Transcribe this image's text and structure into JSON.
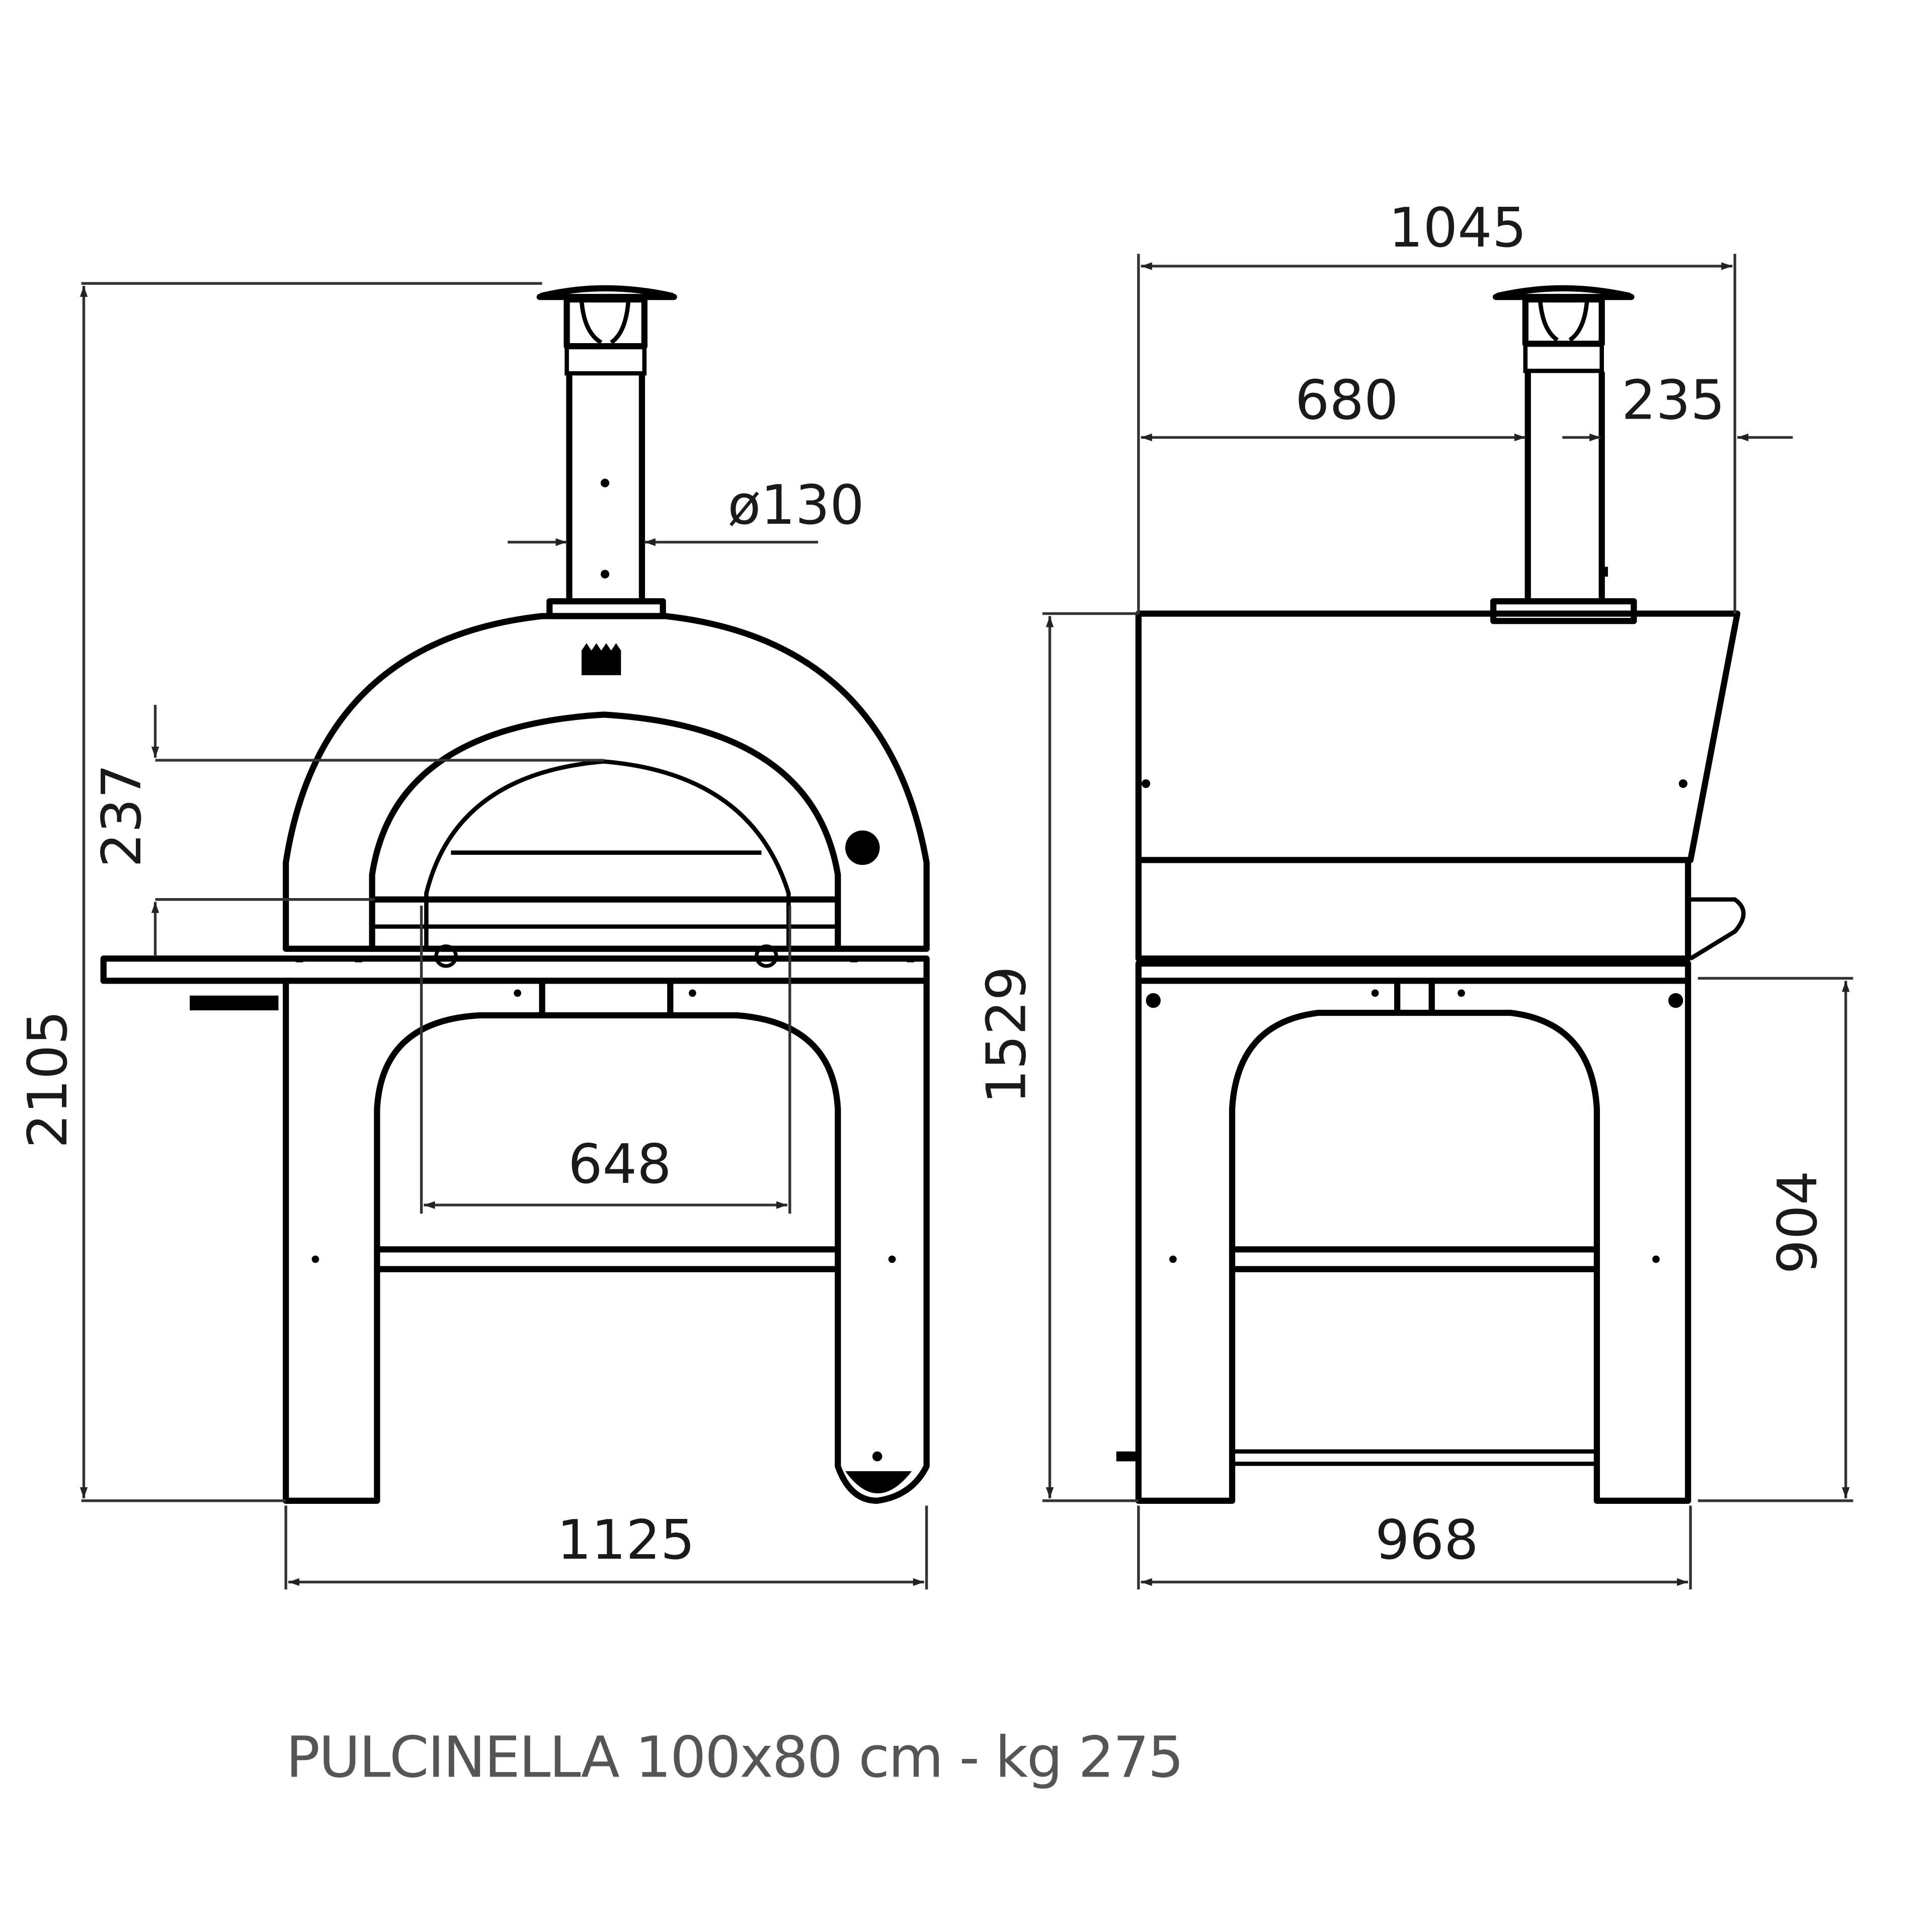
{
  "drawing": {
    "caption": "PULCINELLA 100x80 cm - kg 275",
    "colors": {
      "line": "#000000",
      "dimension_line": "#333333",
      "dimension_text": "#1a1a1a",
      "caption_text": "#555555",
      "background": "#ffffff"
    },
    "front_view": {
      "dimensions": {
        "total_height": "2105",
        "flue_diameter": "ø130",
        "mouth_height": "237",
        "mouth_width": "648",
        "total_width": "1125"
      }
    },
    "side_view": {
      "dimensions": {
        "total_depth": "1045",
        "flue_offset_front": "680",
        "flue_offset_back": "235",
        "body_height": "1529",
        "worktop_height": "904",
        "base_depth": "968"
      }
    }
  }
}
